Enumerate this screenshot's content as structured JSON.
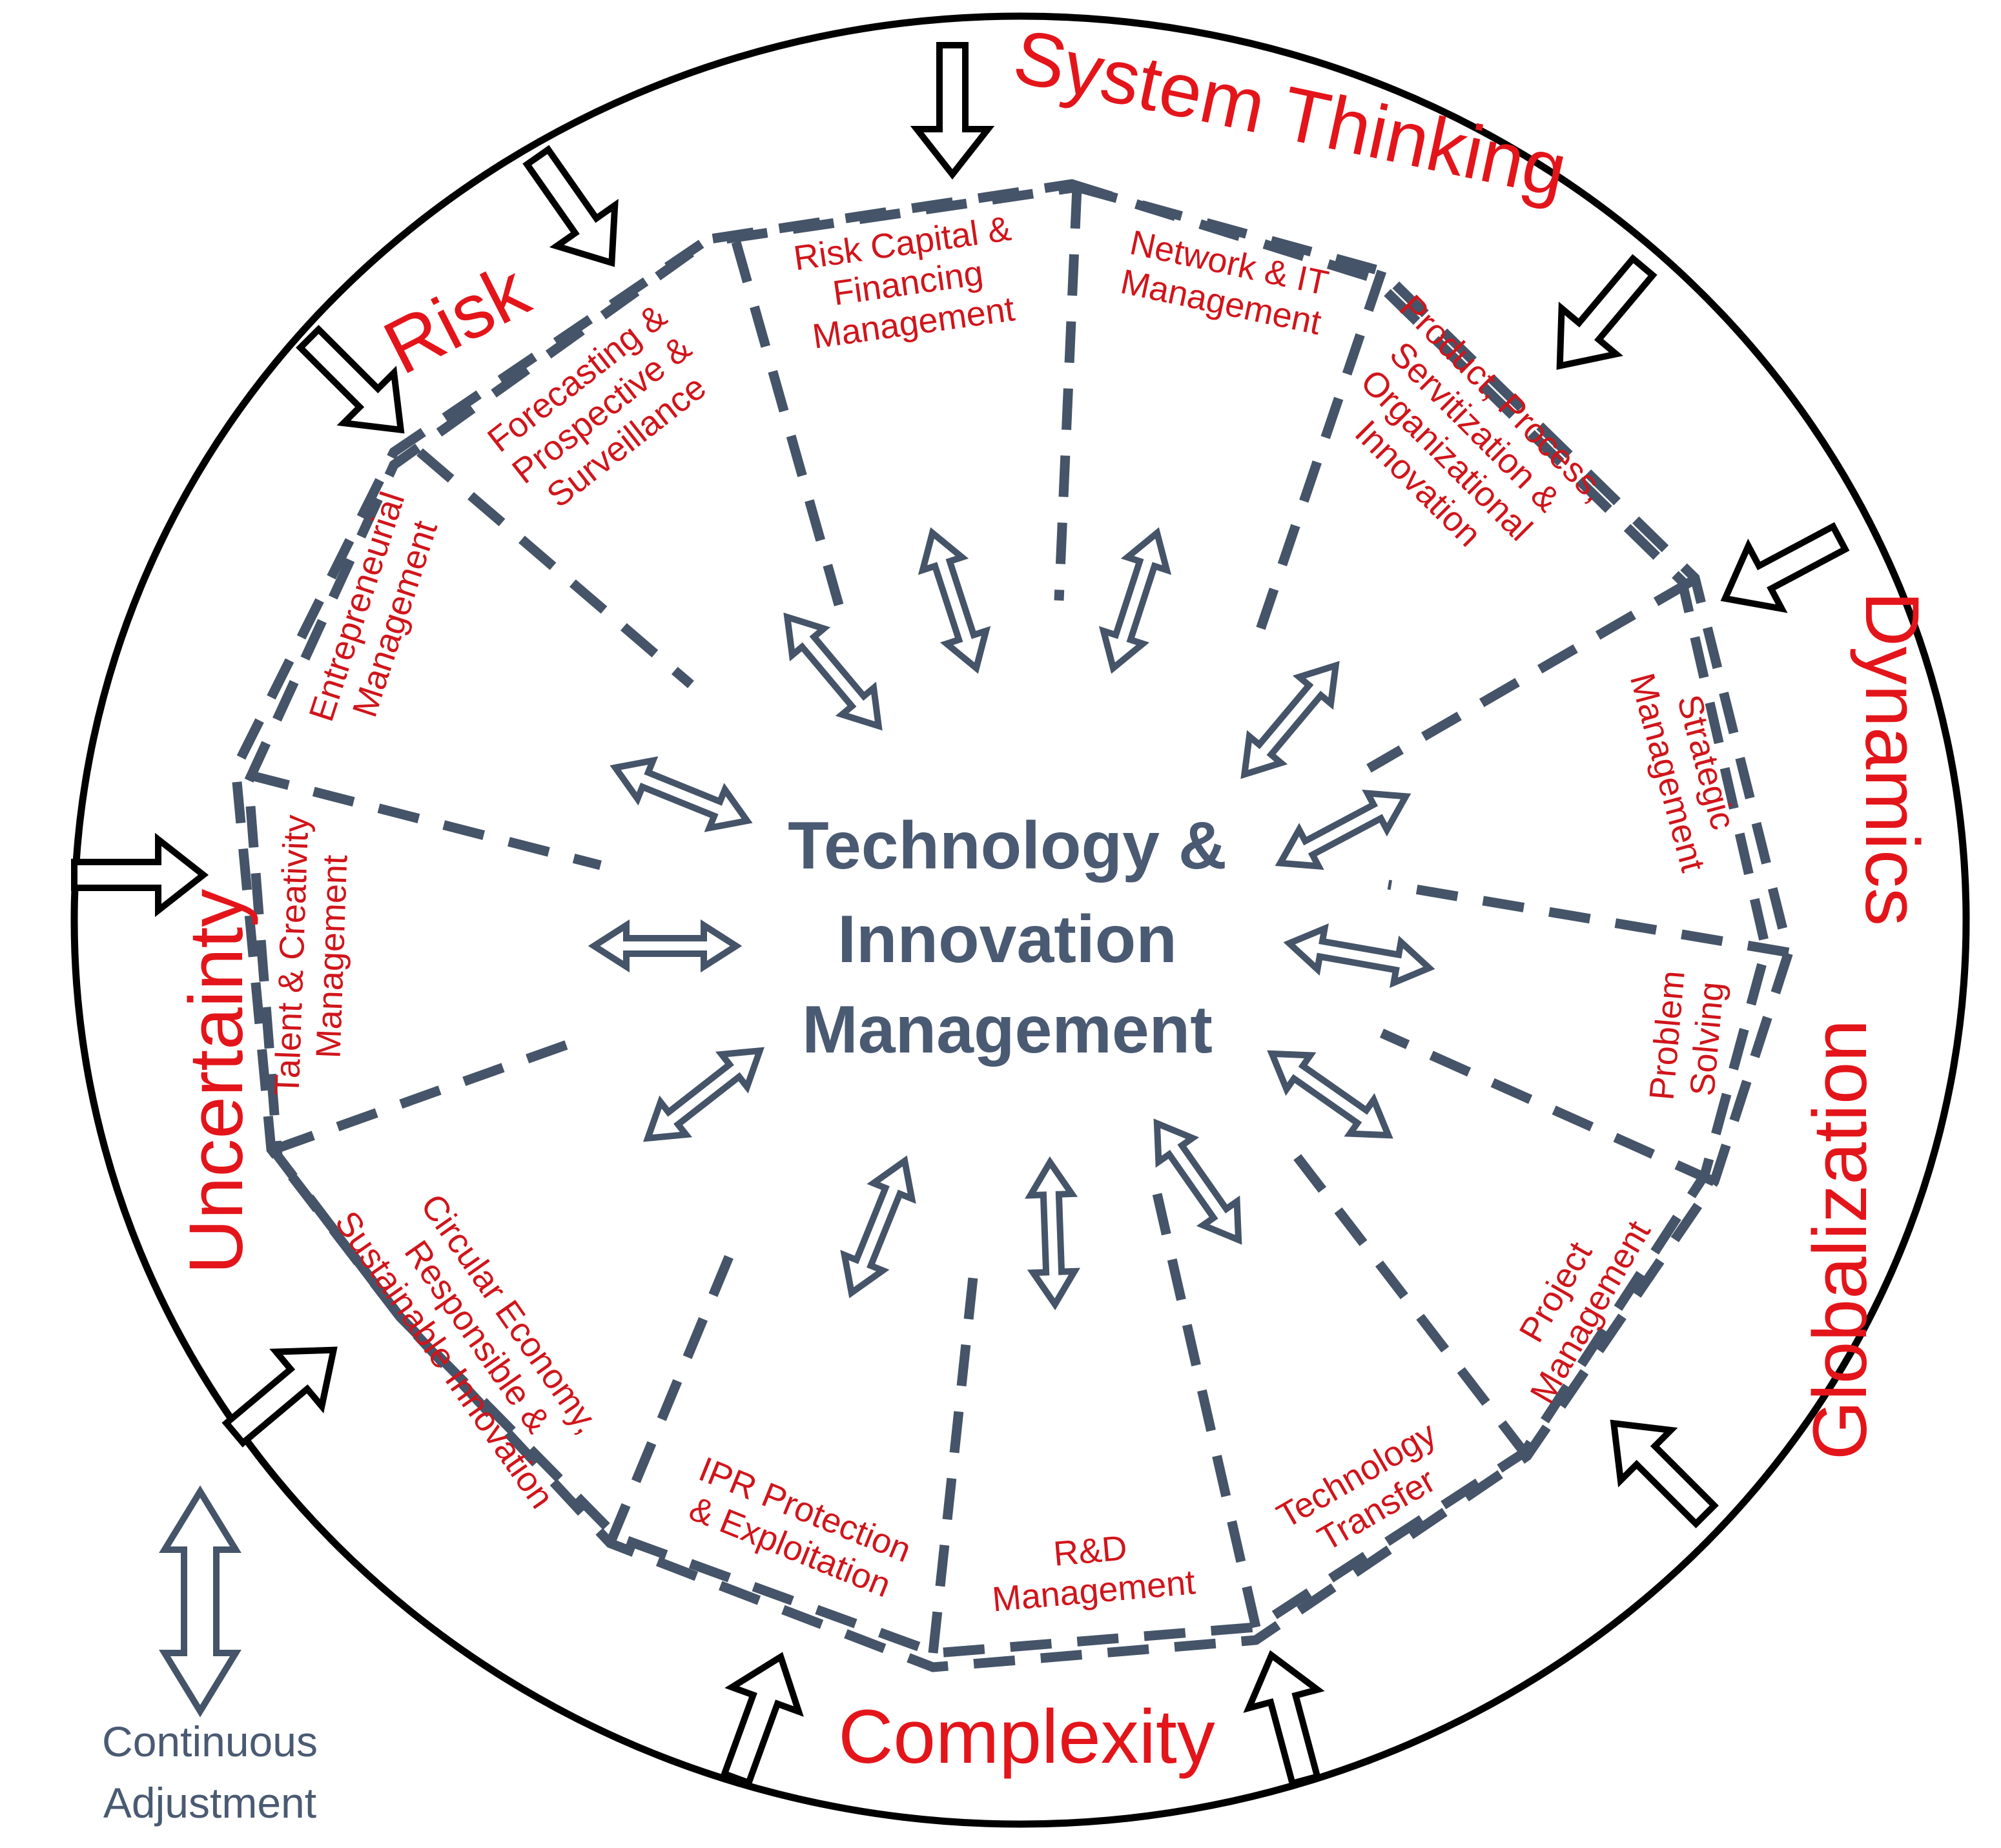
{
  "center": {
    "line1": "Technology &",
    "line2": "Innovation",
    "line3": "Management"
  },
  "forces": {
    "system_thinking": "System Thinking",
    "risk": "Risk",
    "dynamics": "Dynamics",
    "globalization": "Globalization",
    "complexity": "Complexity",
    "uncertainty": "Uncertainty"
  },
  "segments": {
    "risk_capital": [
      "Risk Capital &",
      "Financing",
      "Management"
    ],
    "network_it": [
      "Network & IT",
      "Management"
    ],
    "product_process": [
      "Product, Process,",
      "Servitization &",
      "Organizational",
      "Innovation"
    ],
    "strategic": [
      "Strategic",
      "Management"
    ],
    "problem_solving": [
      "Problem",
      "Solving"
    ],
    "project": [
      "Project",
      "Management"
    ],
    "tech_transfer": [
      "Technology",
      "Transfer"
    ],
    "rnd": [
      "R&D",
      "Management"
    ],
    "ipr": [
      "IPR Protection",
      "& Exploitation"
    ],
    "circular": [
      "Circular Economy,",
      "Responsible &",
      "Sustainable Innovation"
    ],
    "talent": [
      "Talent & Creativity",
      "Management"
    ],
    "entrepreneurial": [
      "Entrepreneurial",
      "Management"
    ],
    "forecasting": [
      "Forecasting &",
      "Prospective &",
      "Surveillance"
    ]
  },
  "continuous_adjustment": [
    "Continuous",
    "Adjustment"
  ],
  "colors": {
    "force_text": "#e3151a",
    "segment_text": "#d0151b",
    "dashed_lines": "#455468",
    "center_text": "#4a5a72",
    "outer_ellipse": "#000000"
  }
}
